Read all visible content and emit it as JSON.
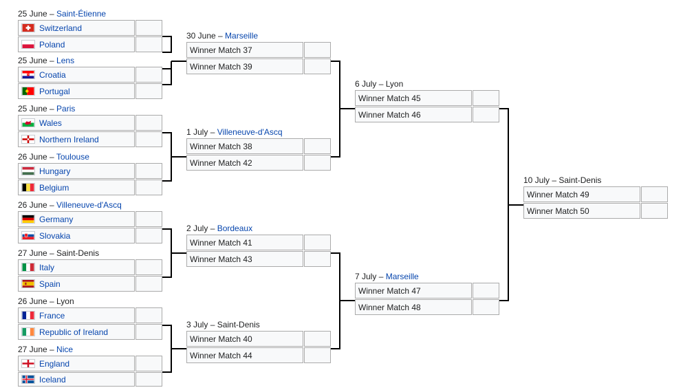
{
  "round_of_16": [
    {
      "date": "25 June",
      "sep": " – ",
      "venue": "Saint-Étienne",
      "venue_link": true,
      "teams": [
        {
          "name": "Switzerland",
          "flag": "switzerland-flag-icon"
        },
        {
          "name": "Poland",
          "flag": "poland-flag-icon"
        }
      ]
    },
    {
      "date": "25 June",
      "sep": " – ",
      "venue": "Lens",
      "venue_link": true,
      "teams": [
        {
          "name": "Croatia",
          "flag": "croatia-flag-icon"
        },
        {
          "name": "Portugal",
          "flag": "portugal-flag-icon"
        }
      ]
    },
    {
      "date": "25 June",
      "sep": " – ",
      "venue": "Paris",
      "venue_link": true,
      "teams": [
        {
          "name": "Wales",
          "flag": "wales-flag-icon"
        },
        {
          "name": "Northern Ireland",
          "flag": "northern-ireland-flag-icon"
        }
      ]
    },
    {
      "date": "26 June",
      "sep": " – ",
      "venue": "Toulouse",
      "venue_link": true,
      "teams": [
        {
          "name": "Hungary",
          "flag": "hungary-flag-icon"
        },
        {
          "name": "Belgium",
          "flag": "belgium-flag-icon"
        }
      ]
    },
    {
      "date": "26 June",
      "sep": " – ",
      "venue": "Villeneuve-d'Ascq",
      "venue_link": true,
      "teams": [
        {
          "name": "Germany",
          "flag": "germany-flag-icon"
        },
        {
          "name": "Slovakia",
          "flag": "slovakia-flag-icon"
        }
      ]
    },
    {
      "date": "27 June",
      "sep": " – ",
      "venue": "Saint-Denis",
      "venue_link": false,
      "teams": [
        {
          "name": "Italy",
          "flag": "italy-flag-icon"
        },
        {
          "name": "Spain",
          "flag": "spain-flag-icon"
        }
      ]
    },
    {
      "date": "26 June",
      "sep": " – ",
      "venue": "Lyon",
      "venue_link": false,
      "teams": [
        {
          "name": "France",
          "flag": "france-flag-icon"
        },
        {
          "name": "Republic of Ireland",
          "flag": "ireland-flag-icon"
        }
      ]
    },
    {
      "date": "27 June",
      "sep": " – ",
      "venue": "Nice",
      "venue_link": true,
      "teams": [
        {
          "name": "England",
          "flag": "england-flag-icon"
        },
        {
          "name": "Iceland",
          "flag": "iceland-flag-icon"
        }
      ]
    }
  ],
  "quarter_finals": [
    {
      "date": "30 June",
      "sep": " – ",
      "venue": "Marseille",
      "venue_link": true,
      "teams": [
        {
          "name": "Winner Match 37"
        },
        {
          "name": "Winner Match 39"
        }
      ]
    },
    {
      "date": "1 July",
      "sep": " – ",
      "venue": "Villeneuve-d'Ascq",
      "venue_link": true,
      "teams": [
        {
          "name": "Winner Match 38"
        },
        {
          "name": "Winner Match 42"
        }
      ]
    },
    {
      "date": "2 July",
      "sep": " – ",
      "venue": "Bordeaux",
      "venue_link": true,
      "teams": [
        {
          "name": "Winner Match 41"
        },
        {
          "name": "Winner Match 43"
        }
      ]
    },
    {
      "date": "3 July",
      "sep": " – ",
      "venue": "Saint-Denis",
      "venue_link": false,
      "teams": [
        {
          "name": "Winner Match 40"
        },
        {
          "name": "Winner Match 44"
        }
      ]
    }
  ],
  "semi_finals": [
    {
      "date": "6 July",
      "sep": " – ",
      "venue": "Lyon",
      "venue_link": false,
      "teams": [
        {
          "name": "Winner Match 45"
        },
        {
          "name": "Winner Match 46"
        }
      ]
    },
    {
      "date": "7 July",
      "sep": " – ",
      "venue": "Marseille",
      "venue_link": true,
      "teams": [
        {
          "name": "Winner Match 47"
        },
        {
          "name": "Winner Match 48"
        }
      ]
    }
  ],
  "final": [
    {
      "date": "10 July",
      "sep": " – ",
      "venue": "Saint-Denis",
      "venue_link": false,
      "teams": [
        {
          "name": "Winner Match 49"
        },
        {
          "name": "Winner Match 50"
        }
      ]
    }
  ],
  "colors": {
    "link": "#0645ad",
    "text": "#202122",
    "cell_bg": "#f8f9fa",
    "cell_border": "#aaaaaa",
    "connector": "#000000"
  }
}
